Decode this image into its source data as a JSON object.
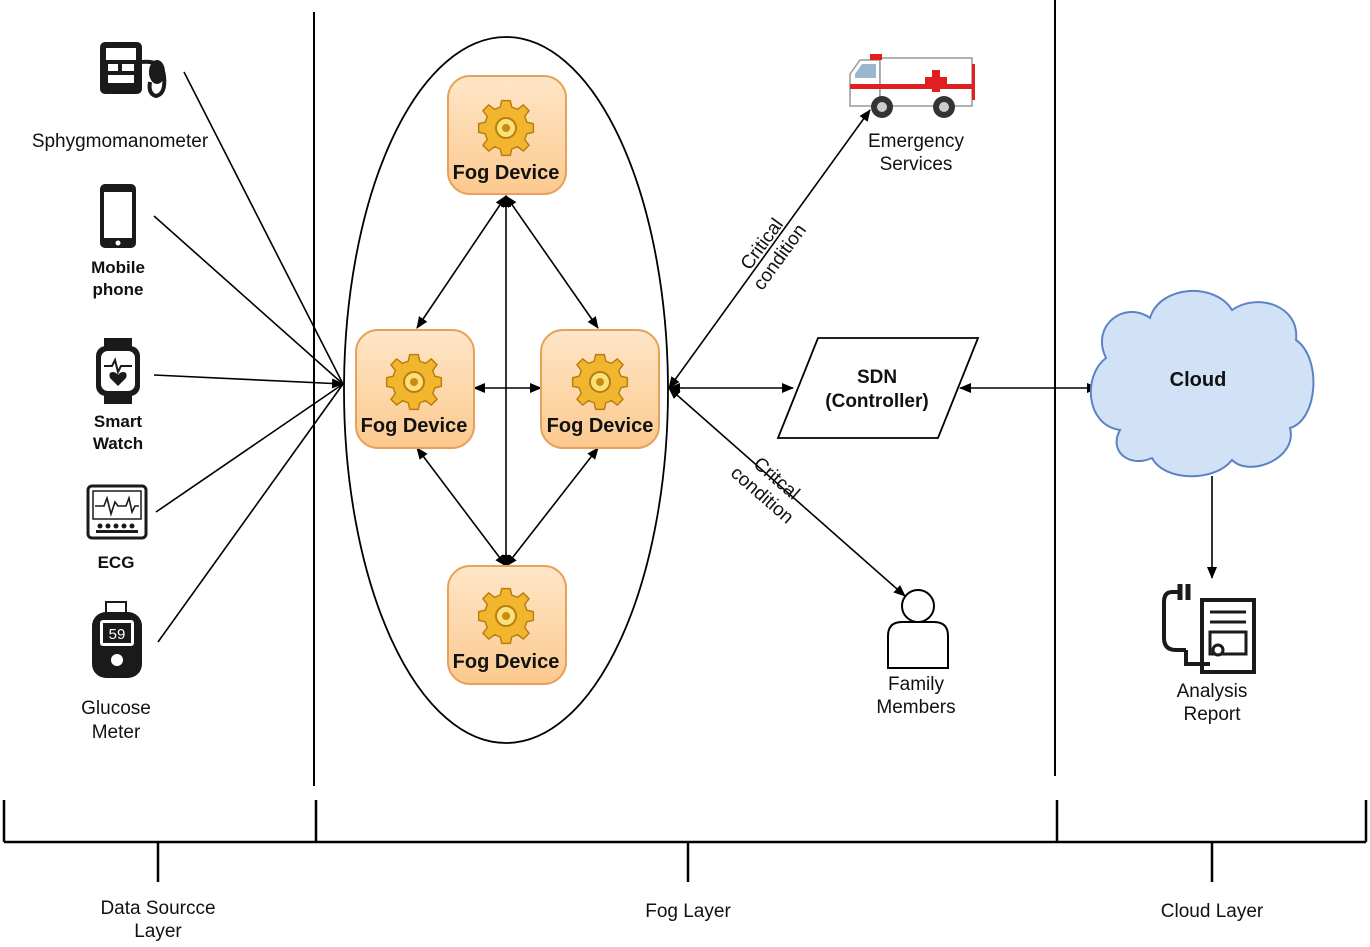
{
  "sources": {
    "sphygmomanometer": "Sphygmomanometer",
    "mobile_l1": "Mobile",
    "mobile_l2": "phone",
    "watch_l1": "Smart",
    "watch_l2": "Watch",
    "ecg": "ECG",
    "glucose_l1": "Glucose",
    "glucose_l2": "Meter",
    "glucose_display": "59"
  },
  "fog": {
    "top": "Fog Device",
    "left": "Fog Device",
    "right": "Fog Device",
    "bottom": "Fog Device"
  },
  "outputs": {
    "emergency_l1": "Emergency",
    "emergency_l2": "Services",
    "family_l1": "Family",
    "family_l2": "Members",
    "critical_up_l1": "Critical",
    "critical_up_l2": "condition",
    "critical_down_l1": "Critcal",
    "critical_down_l2": "condition"
  },
  "sdn": {
    "line1": "SDN",
    "line2": "(Controller)"
  },
  "cloud": {
    "label": "Cloud",
    "report_l1": "Analysis",
    "report_l2": "Report"
  },
  "layers": {
    "data_source_l1": "Data Sourcce",
    "data_source_l2": "Layer",
    "fog": "Fog Layer",
    "cloud": "Cloud Layer"
  },
  "colors": {
    "fog_fill": "#fdd9b3",
    "fog_stroke": "#e6a25a",
    "gear": "#f0b32a",
    "cloud_fill": "#d2e2f6",
    "cloud_stroke": "#5b83c4",
    "ambulance_red": "#e02020"
  }
}
